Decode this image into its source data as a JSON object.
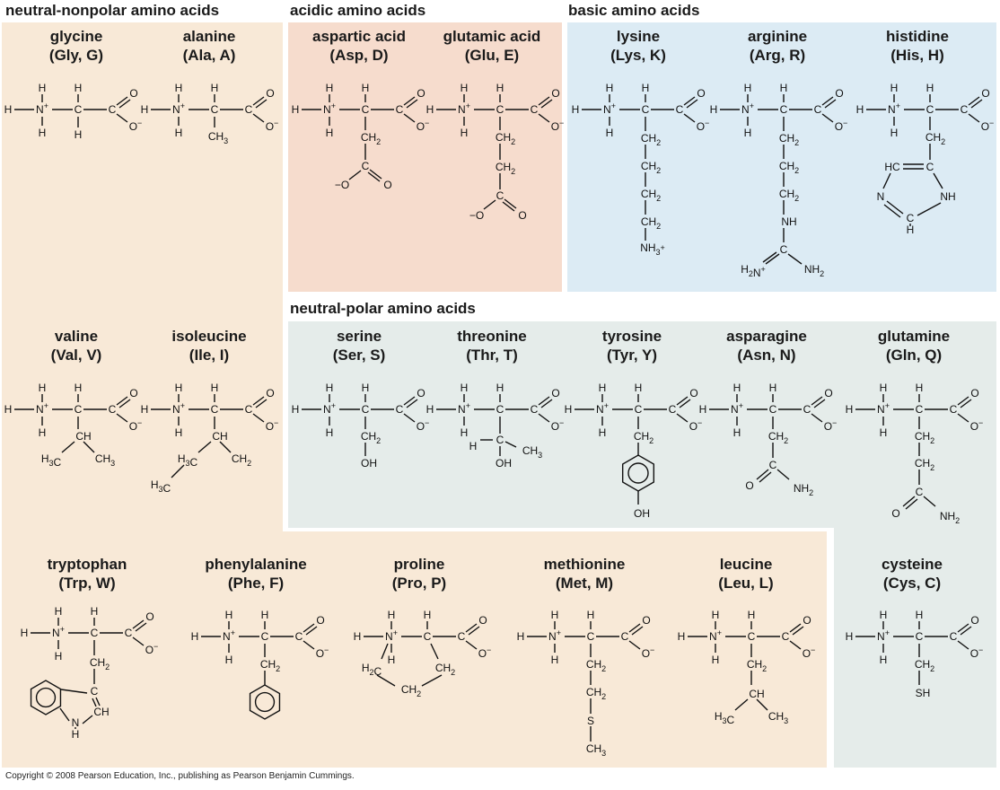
{
  "sections": {
    "nonpolar": "neutral-nonpolar amino acids",
    "acidic": "acidic amino acids",
    "basic": "basic amino acids",
    "polar": "neutral-polar amino acids"
  },
  "amino_acids": [
    {
      "id": "glycine",
      "name": "glycine",
      "abbr": "(Gly, G)",
      "side_chain": "H"
    },
    {
      "id": "alanine",
      "name": "alanine",
      "abbr": "(Ala, A)",
      "side_chain": "CH3"
    },
    {
      "id": "aspartic",
      "name": "aspartic acid",
      "abbr": "(Asp, D)",
      "side_chain": "CH2-COO-"
    },
    {
      "id": "glutamic",
      "name": "glutamic acid",
      "abbr": "(Glu, E)",
      "side_chain": "CH2-CH2-COO-"
    },
    {
      "id": "lysine",
      "name": "lysine",
      "abbr": "(Lys, K)",
      "side_chain": "(CH2)4-NH3+"
    },
    {
      "id": "arginine",
      "name": "arginine",
      "abbr": "(Arg, R)",
      "side_chain": "(CH2)3-NH-C(NH2)NH2+"
    },
    {
      "id": "histidine",
      "name": "histidine",
      "abbr": "(His, H)",
      "side_chain": "CH2-imidazole"
    },
    {
      "id": "valine",
      "name": "valine",
      "abbr": "(Val, V)",
      "side_chain": "CH(CH3)2"
    },
    {
      "id": "isoleucine",
      "name": "isoleucine",
      "abbr": "(Ile, I)",
      "side_chain": "CH(CH3)CH2CH3"
    },
    {
      "id": "serine",
      "name": "serine",
      "abbr": "(Ser, S)",
      "side_chain": "CH2OH"
    },
    {
      "id": "threonine",
      "name": "threonine",
      "abbr": "(Thr, T)",
      "side_chain": "CH(OH)CH3"
    },
    {
      "id": "tyrosine",
      "name": "tyrosine",
      "abbr": "(Tyr, Y)",
      "side_chain": "CH2-phenol"
    },
    {
      "id": "asparagine",
      "name": "asparagine",
      "abbr": "(Asn, N)",
      "side_chain": "CH2-CONH2"
    },
    {
      "id": "glutamine",
      "name": "glutamine",
      "abbr": "(Gln, Q)",
      "side_chain": "CH2CH2-CONH2"
    },
    {
      "id": "tryptophan",
      "name": "tryptophan",
      "abbr": "(Trp, W)",
      "side_chain": "CH2-indole"
    },
    {
      "id": "phenylalanine",
      "name": "phenylalanine",
      "abbr": "(Phe, F)",
      "side_chain": "CH2-phenyl"
    },
    {
      "id": "proline",
      "name": "proline",
      "abbr": "(Pro, P)",
      "side_chain": "pyrrolidine ring"
    },
    {
      "id": "methionine",
      "name": "methionine",
      "abbr": "(Met, M)",
      "side_chain": "CH2CH2-S-CH3"
    },
    {
      "id": "leucine",
      "name": "leucine",
      "abbr": "(Leu, L)",
      "side_chain": "CH2-CH(CH3)2"
    },
    {
      "id": "cysteine",
      "name": "cysteine",
      "abbr": "(Cys, C)",
      "side_chain": "CH2SH"
    }
  ],
  "copyright": "Copyright © 2008 Pearson Education, Inc., publishing as Pearson Benjamin Cummings.",
  "colors": {
    "nonpolar": "#f8e9d7",
    "acidic": "#f6dccd",
    "basic": "#dcebf4",
    "polar": "#e5ecea"
  }
}
